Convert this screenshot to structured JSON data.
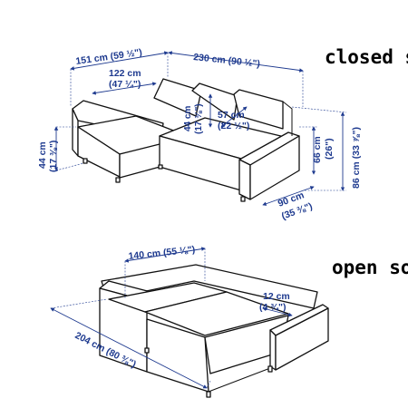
{
  "headings": {
    "closed": "closed so",
    "open": "open so"
  },
  "colors": {
    "dimension": "#1e3a8f",
    "outline": "#111111"
  },
  "closed_dims": {
    "top_left_width": "151 cm (59 ½\")",
    "top_right_width": "230 cm (90 ½\")",
    "chaise_width_cm": "122 cm",
    "chaise_width_in": "(47 ¼\")",
    "seat_height_cm": "44 cm",
    "seat_height_in": "(17 ⅜\")",
    "seat_depth_height_cm": "44 cm",
    "seat_depth_height_in": "(17 ⅜\")",
    "seat_depth_cm": "57 cm",
    "seat_depth_in": "(22 ½\")",
    "arm_height_cm": "66 cm",
    "arm_height_in": "(26\")",
    "total_height": "86 cm (33 ⅞\")",
    "depth_cm": "90 cm",
    "depth_in": "(35 ⅜\")"
  },
  "open_dims": {
    "bed_width": "140 cm (55 ⅛\")",
    "gap_cm": "12 cm",
    "gap_in": "(4 ¾\")",
    "bed_length": "204 cm (80 ⅜\")"
  }
}
